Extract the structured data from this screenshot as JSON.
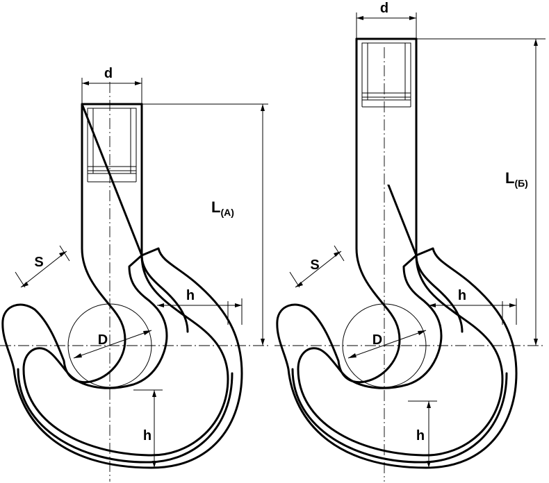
{
  "hook_a": {
    "shank_width_label": "d",
    "length_label": "L",
    "length_subscript": "(A)",
    "throat_label": "S",
    "seat_diameter_label": "D",
    "section_height_label_side": "h",
    "section_height_label_bottom": "h"
  },
  "hook_b": {
    "shank_width_label": "d",
    "length_label": "L",
    "length_subscript": "(Б)",
    "throat_label": "S",
    "seat_diameter_label": "D",
    "section_height_label_side": "h",
    "section_height_label_bottom": "h"
  }
}
